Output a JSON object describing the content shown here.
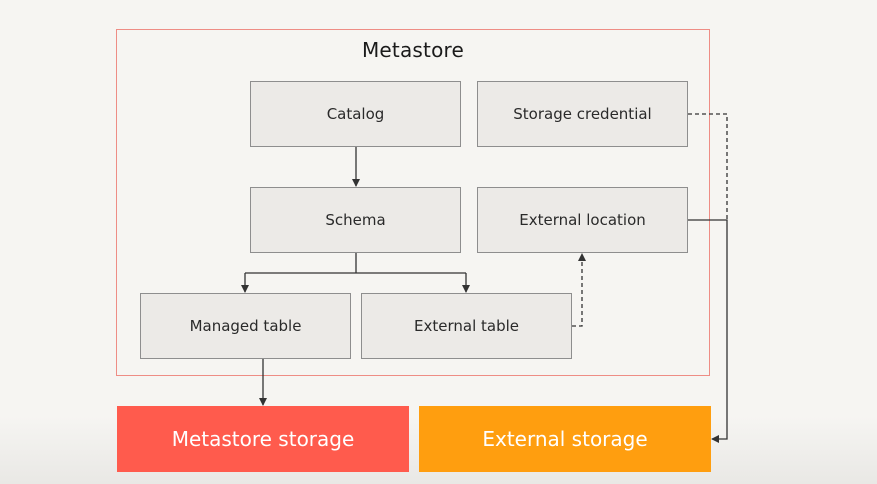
{
  "metastore": {
    "title": "Metastore"
  },
  "nodes": {
    "catalog": "Catalog",
    "storage_credential": "Storage credential",
    "schema": "Schema",
    "external_location": "External location",
    "managed_table": "Managed table",
    "external_table": "External table"
  },
  "storage": {
    "metastore_storage": {
      "label": "Metastore storage",
      "color": "#ff5b4d"
    },
    "external_storage": {
      "label": "External storage",
      "color": "#ff9e0f"
    }
  },
  "colors": {
    "frame_border": "#ee8d85",
    "node_fill": "#eceae7",
    "connector": "#333333"
  }
}
